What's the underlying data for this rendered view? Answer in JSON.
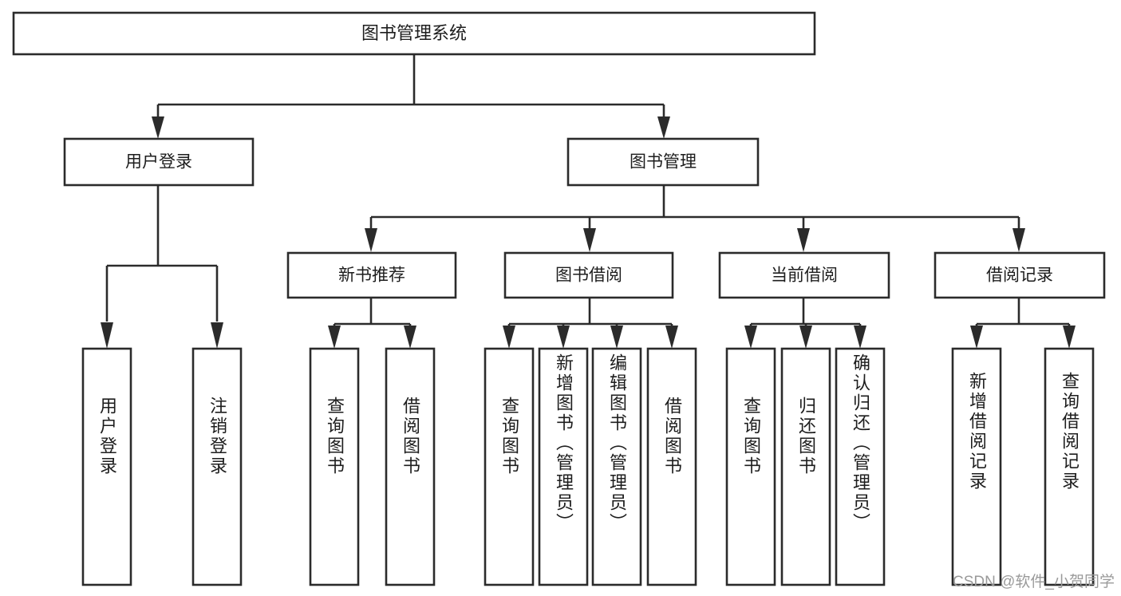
{
  "diagram": {
    "title": "图书管理系统",
    "type": "tree-hierarchy",
    "watermark": "CSDN @软件_小贺同学",
    "root": {
      "label": "图书管理系统"
    },
    "level2": [
      {
        "label": "用户登录"
      },
      {
        "label": "图书管理"
      }
    ],
    "level3": [
      {
        "label": "新书推荐"
      },
      {
        "label": "图书借阅"
      },
      {
        "label": "当前借阅"
      },
      {
        "label": "借阅记录"
      }
    ],
    "leaves": {
      "user_login": [
        {
          "label": "用户登录"
        },
        {
          "label": "注销登录"
        }
      ],
      "new_book_recommend": [
        {
          "label": "查询图书"
        },
        {
          "label": "借阅图书"
        }
      ],
      "book_borrow": [
        {
          "label": "查询图书"
        },
        {
          "label": "新增图书（管理员）"
        },
        {
          "label": "编辑图书（管理员）"
        },
        {
          "label": "借阅图书"
        }
      ],
      "current_borrow": [
        {
          "label": "查询图书"
        },
        {
          "label": "归还图书"
        },
        {
          "label": "确认归还（管理员）"
        }
      ],
      "borrow_record": [
        {
          "label": "新增借阅记录"
        },
        {
          "label": "查询借阅记录"
        }
      ]
    },
    "colors": {
      "stroke": "#2b2b2b",
      "fill": "#ffffff",
      "text": "#1d1d1d",
      "watermark": "#9a9a9a"
    }
  }
}
